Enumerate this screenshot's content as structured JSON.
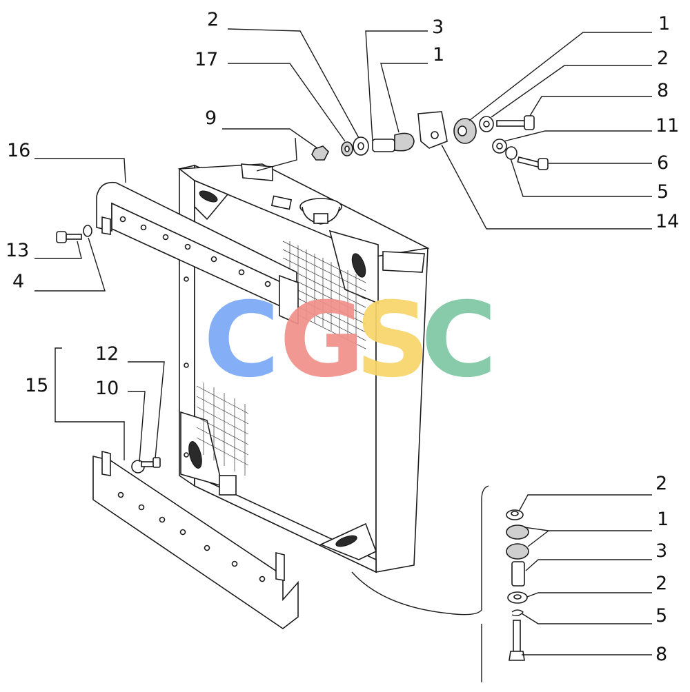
{
  "watermark": {
    "letters": [
      "C",
      "G",
      "S",
      "C"
    ],
    "colors": [
      "#7aa8f5",
      "#f0908a",
      "#f7d56a",
      "#7dc7a3"
    ]
  },
  "callouts": [
    {
      "id": "c-2-top",
      "label": "2"
    },
    {
      "id": "c-17",
      "label": "17"
    },
    {
      "id": "c-9",
      "label": "9"
    },
    {
      "id": "c-3-top",
      "label": "3"
    },
    {
      "id": "c-1-top",
      "label": "1"
    },
    {
      "id": "c-1-right",
      "label": "1"
    },
    {
      "id": "c-2-right",
      "label": "2"
    },
    {
      "id": "c-8-right",
      "label": "8"
    },
    {
      "id": "c-11",
      "label": "11"
    },
    {
      "id": "c-6",
      "label": "6"
    },
    {
      "id": "c-5-right",
      "label": "5"
    },
    {
      "id": "c-14",
      "label": "14"
    },
    {
      "id": "c-16",
      "label": "16"
    },
    {
      "id": "c-13",
      "label": "13"
    },
    {
      "id": "c-4",
      "label": "4"
    },
    {
      "id": "c-12",
      "label": "12"
    },
    {
      "id": "c-10",
      "label": "10"
    },
    {
      "id": "c-15",
      "label": "15"
    },
    {
      "id": "c-2-stack-a",
      "label": "2"
    },
    {
      "id": "c-1-stack",
      "label": "1"
    },
    {
      "id": "c-3-stack",
      "label": "3"
    },
    {
      "id": "c-2-stack-b",
      "label": "2"
    },
    {
      "id": "c-5-stack",
      "label": "5"
    },
    {
      "id": "c-8-stack",
      "label": "8"
    }
  ]
}
